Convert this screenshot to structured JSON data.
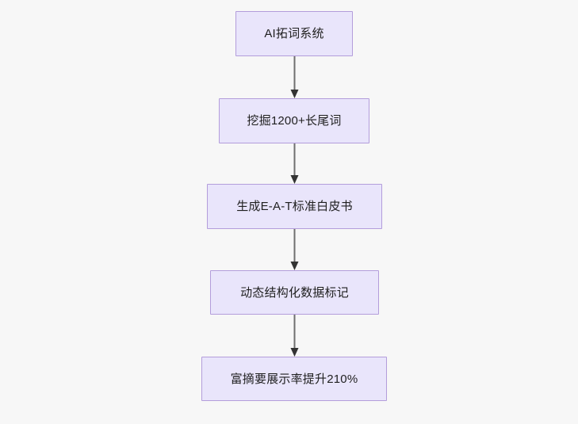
{
  "diagram": {
    "type": "flowchart",
    "orientation": "top-to-bottom",
    "background_color": "#f7f7f7",
    "node_fill_color": "#e9e5fb",
    "node_border_color": "#b39ddb",
    "node_text_color": "#1f1f1f",
    "edge_color": "#6f6f6f",
    "arrowhead_color": "#333333",
    "nodes": [
      {
        "id": "n1",
        "label": "AI拓词系统"
      },
      {
        "id": "n2",
        "label": "挖掘1200+长尾词"
      },
      {
        "id": "n3",
        "label": "生成E-A-T标准白皮书"
      },
      {
        "id": "n4",
        "label": "动态结构化数据标记"
      },
      {
        "id": "n5",
        "label": "富摘要展示率提升210%"
      }
    ],
    "edges": [
      {
        "from": "n1",
        "to": "n2",
        "label": ""
      },
      {
        "from": "n2",
        "to": "n3",
        "label": ""
      },
      {
        "from": "n3",
        "to": "n4",
        "label": ""
      },
      {
        "from": "n4",
        "to": "n5",
        "label": ""
      }
    ]
  }
}
